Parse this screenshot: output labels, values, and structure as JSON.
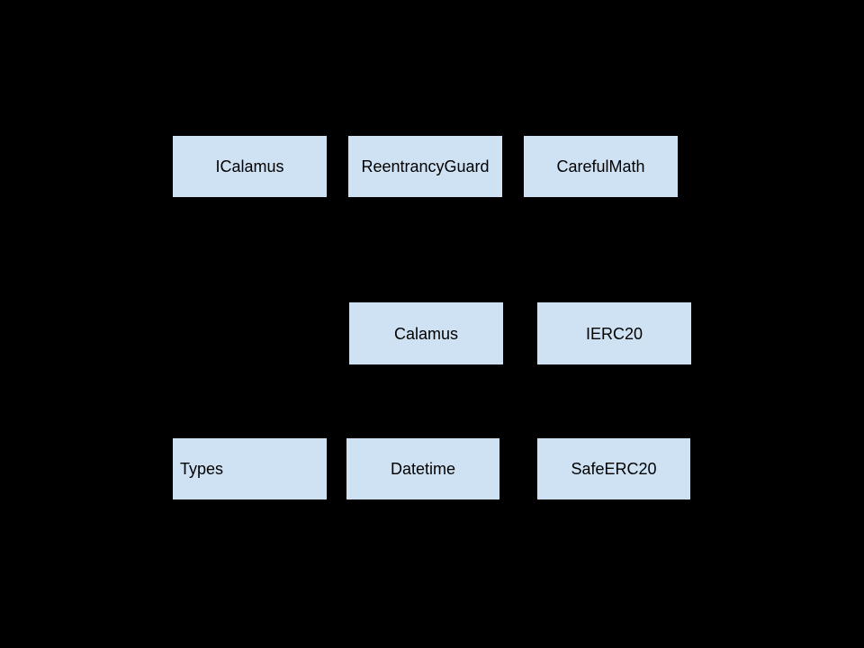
{
  "diagram": {
    "type": "dependency-diagram",
    "colors": {
      "background": "#000000",
      "node_fill": "#cfe2f3",
      "node_text": "#000000"
    },
    "nodes": [
      {
        "label": "ICalamus"
      },
      {
        "label": "ReentrancyGuard"
      },
      {
        "label": "CarefulMath"
      },
      {
        "label": "Calamus"
      },
      {
        "label": "IERC20"
      },
      {
        "label": "Types"
      },
      {
        "label": "Datetime"
      },
      {
        "label": "SafeERC20"
      }
    ]
  }
}
